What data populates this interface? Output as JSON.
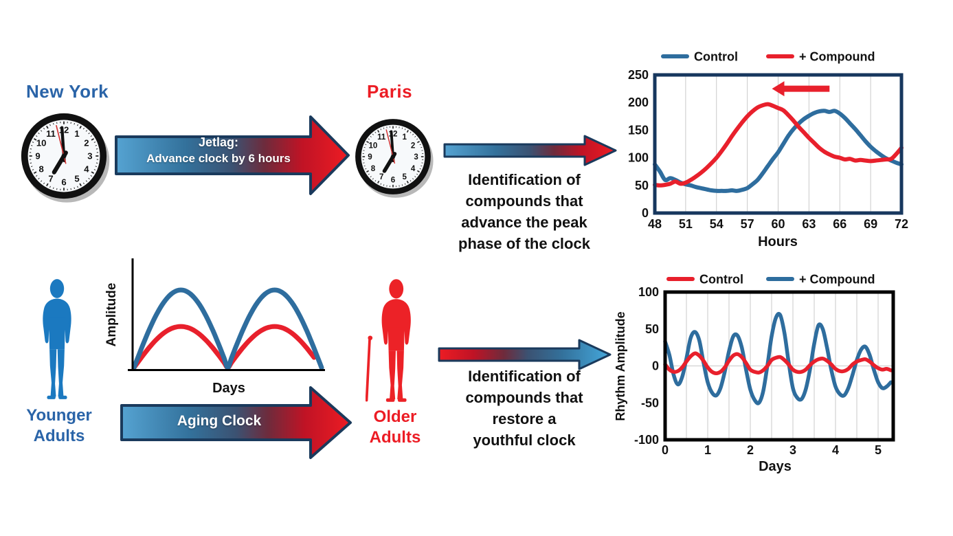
{
  "colors": {
    "background": "#FFFFFF",
    "blue_text": "#2A64A8",
    "red_text": "#EC1C24",
    "person_blue": "#1B79C0",
    "person_red": "#EC2227",
    "curve_blue": "#2E6D9E",
    "curve_red": "#E8202C",
    "arrow_outline": "#1A3A5C",
    "arrow_blue_end": "#55A3D2",
    "arrow_red_end": "#ED1C24",
    "chart_border_top": "#17375E",
    "chart_border_bottom": "#000000",
    "gridline": "#C9C9C9",
    "clock_rim": "#111111",
    "clock_second_hand": "#D03030"
  },
  "clocks": {
    "numbers": [
      "12",
      "1",
      "2",
      "3",
      "4",
      "5",
      "6",
      "7",
      "8",
      "9",
      "10",
      "11"
    ],
    "time_shown": "7:00",
    "hour_angle": 211,
    "minute_angle": -4,
    "second_angle": -14
  },
  "top_row": {
    "city_left": "New York",
    "city_right": "Paris",
    "jetlag_arrow_line1": "Jetlag:",
    "jetlag_arrow_line2": "Advance clock by 6 hours",
    "identification_lines": [
      "Identification of",
      "compounds that",
      "advance the peak",
      "phase of the clock"
    ]
  },
  "bottom_row": {
    "younger_line1": "Younger",
    "younger_line2": "Adults",
    "older_line1": "Older",
    "older_line2": "Adults",
    "aging_arrow_label": "Aging Clock",
    "identification_lines": [
      "Identification of",
      "compounds that",
      "restore a",
      "youthful clock"
    ]
  },
  "chart_data": [
    {
      "id": "jetlag-assay-chart",
      "type": "line",
      "xlabel": "Hours",
      "ylabel": "",
      "xlim": [
        48,
        72
      ],
      "ylim": [
        0,
        250
      ],
      "xticks": [
        48,
        51,
        54,
        57,
        60,
        63,
        66,
        69,
        72
      ],
      "yticks": [
        0,
        50,
        100,
        150,
        200,
        250
      ],
      "grid": "vertical",
      "legend_position": "top",
      "legend": [
        {
          "label": "Control",
          "color_key": "curve_blue"
        },
        {
          "label": "+ Compound",
          "color_key": "curve_red"
        }
      ],
      "annotation": {
        "type": "phase-advance-arrow",
        "direction": "left",
        "x_from": 65,
        "x_to": 59.4,
        "y": 225,
        "color_key": "curve_red"
      },
      "x_start": 48,
      "x_step": 0.5,
      "series": [
        {
          "name": "Control",
          "color_key": "curve_blue",
          "y": [
            88,
            75,
            60,
            63,
            60,
            55,
            52,
            50,
            47,
            45,
            43,
            41,
            40,
            40,
            40,
            41,
            40,
            42,
            45,
            52,
            60,
            72,
            85,
            98,
            110,
            125,
            140,
            152,
            162,
            170,
            176,
            181,
            184,
            185,
            183,
            185,
            180,
            172,
            162,
            152,
            141,
            130,
            120,
            112,
            105,
            99,
            95,
            91,
            88
          ]
        },
        {
          "name": "+ Compound",
          "color_key": "curve_red",
          "y": [
            51,
            50,
            51,
            53,
            57,
            53,
            55,
            60,
            66,
            73,
            81,
            90,
            100,
            112,
            125,
            139,
            152,
            164,
            175,
            184,
            191,
            195,
            197,
            194,
            190,
            186,
            177,
            167,
            156,
            146,
            136,
            127,
            118,
            111,
            106,
            102,
            100,
            97,
            98,
            95,
            96,
            95,
            94,
            95,
            96,
            97,
            98,
            107,
            118
          ]
        }
      ]
    },
    {
      "id": "amplitude-schematic",
      "type": "schematic-line",
      "xlabel": "Days",
      "ylabel": "Amplitude",
      "cycles": 2,
      "series": [
        {
          "name": "younger-adults",
          "color_key": "curve_blue",
          "relative_amplitude": 1.0,
          "x_end_cycles": 2.0
        },
        {
          "name": "older-adults",
          "color_key": "curve_red",
          "relative_amplitude": 0.53,
          "x_end_cycles": 1.93
        }
      ]
    },
    {
      "id": "aging-assay-chart",
      "type": "line",
      "xlabel": "Days",
      "ylabel": "Rhythm Amplitude",
      "xlim": [
        0,
        5.35
      ],
      "ylim": [
        -100,
        100
      ],
      "xticks": [
        0,
        1,
        2,
        3,
        4,
        5
      ],
      "yticks": [
        -100,
        -50,
        0,
        50,
        100
      ],
      "grid": "vertical-half-day",
      "legend_position": "top",
      "legend": [
        {
          "label": "Control",
          "color_key": "curve_red"
        },
        {
          "label": "+ Compound",
          "color_key": "curve_blue"
        }
      ],
      "x_start": 0,
      "x_step": 0.1,
      "series": [
        {
          "name": "+ Compound",
          "color_key": "curve_blue",
          "y": [
            33,
            15,
            -12,
            -25,
            -15,
            10,
            38,
            46,
            35,
            5,
            -22,
            -36,
            -40,
            -30,
            -8,
            20,
            40,
            41,
            25,
            -5,
            -32,
            -46,
            -50,
            -35,
            0,
            40,
            65,
            69,
            45,
            5,
            -30,
            -43,
            -45,
            -32,
            -5,
            30,
            55,
            50,
            25,
            -5,
            -28,
            -38,
            -40,
            -30,
            -12,
            8,
            22,
            26,
            15,
            -5,
            -22,
            -30,
            -28,
            -22
          ]
        },
        {
          "name": "Control",
          "color_key": "curve_red",
          "y": [
            2,
            -5,
            -8,
            -7,
            -2,
            6,
            13,
            17,
            14,
            7,
            -2,
            -8,
            -10,
            -8,
            -2,
            7,
            14,
            16,
            12,
            4,
            -5,
            -8,
            -9,
            -6,
            0,
            8,
            11,
            12,
            8,
            2,
            -5,
            -8,
            -8,
            -5,
            1,
            6,
            9,
            10,
            7,
            2,
            -4,
            -7,
            -7,
            -4,
            2,
            6,
            8,
            9,
            6,
            1,
            -3,
            -5,
            -4,
            -6
          ]
        }
      ]
    }
  ]
}
